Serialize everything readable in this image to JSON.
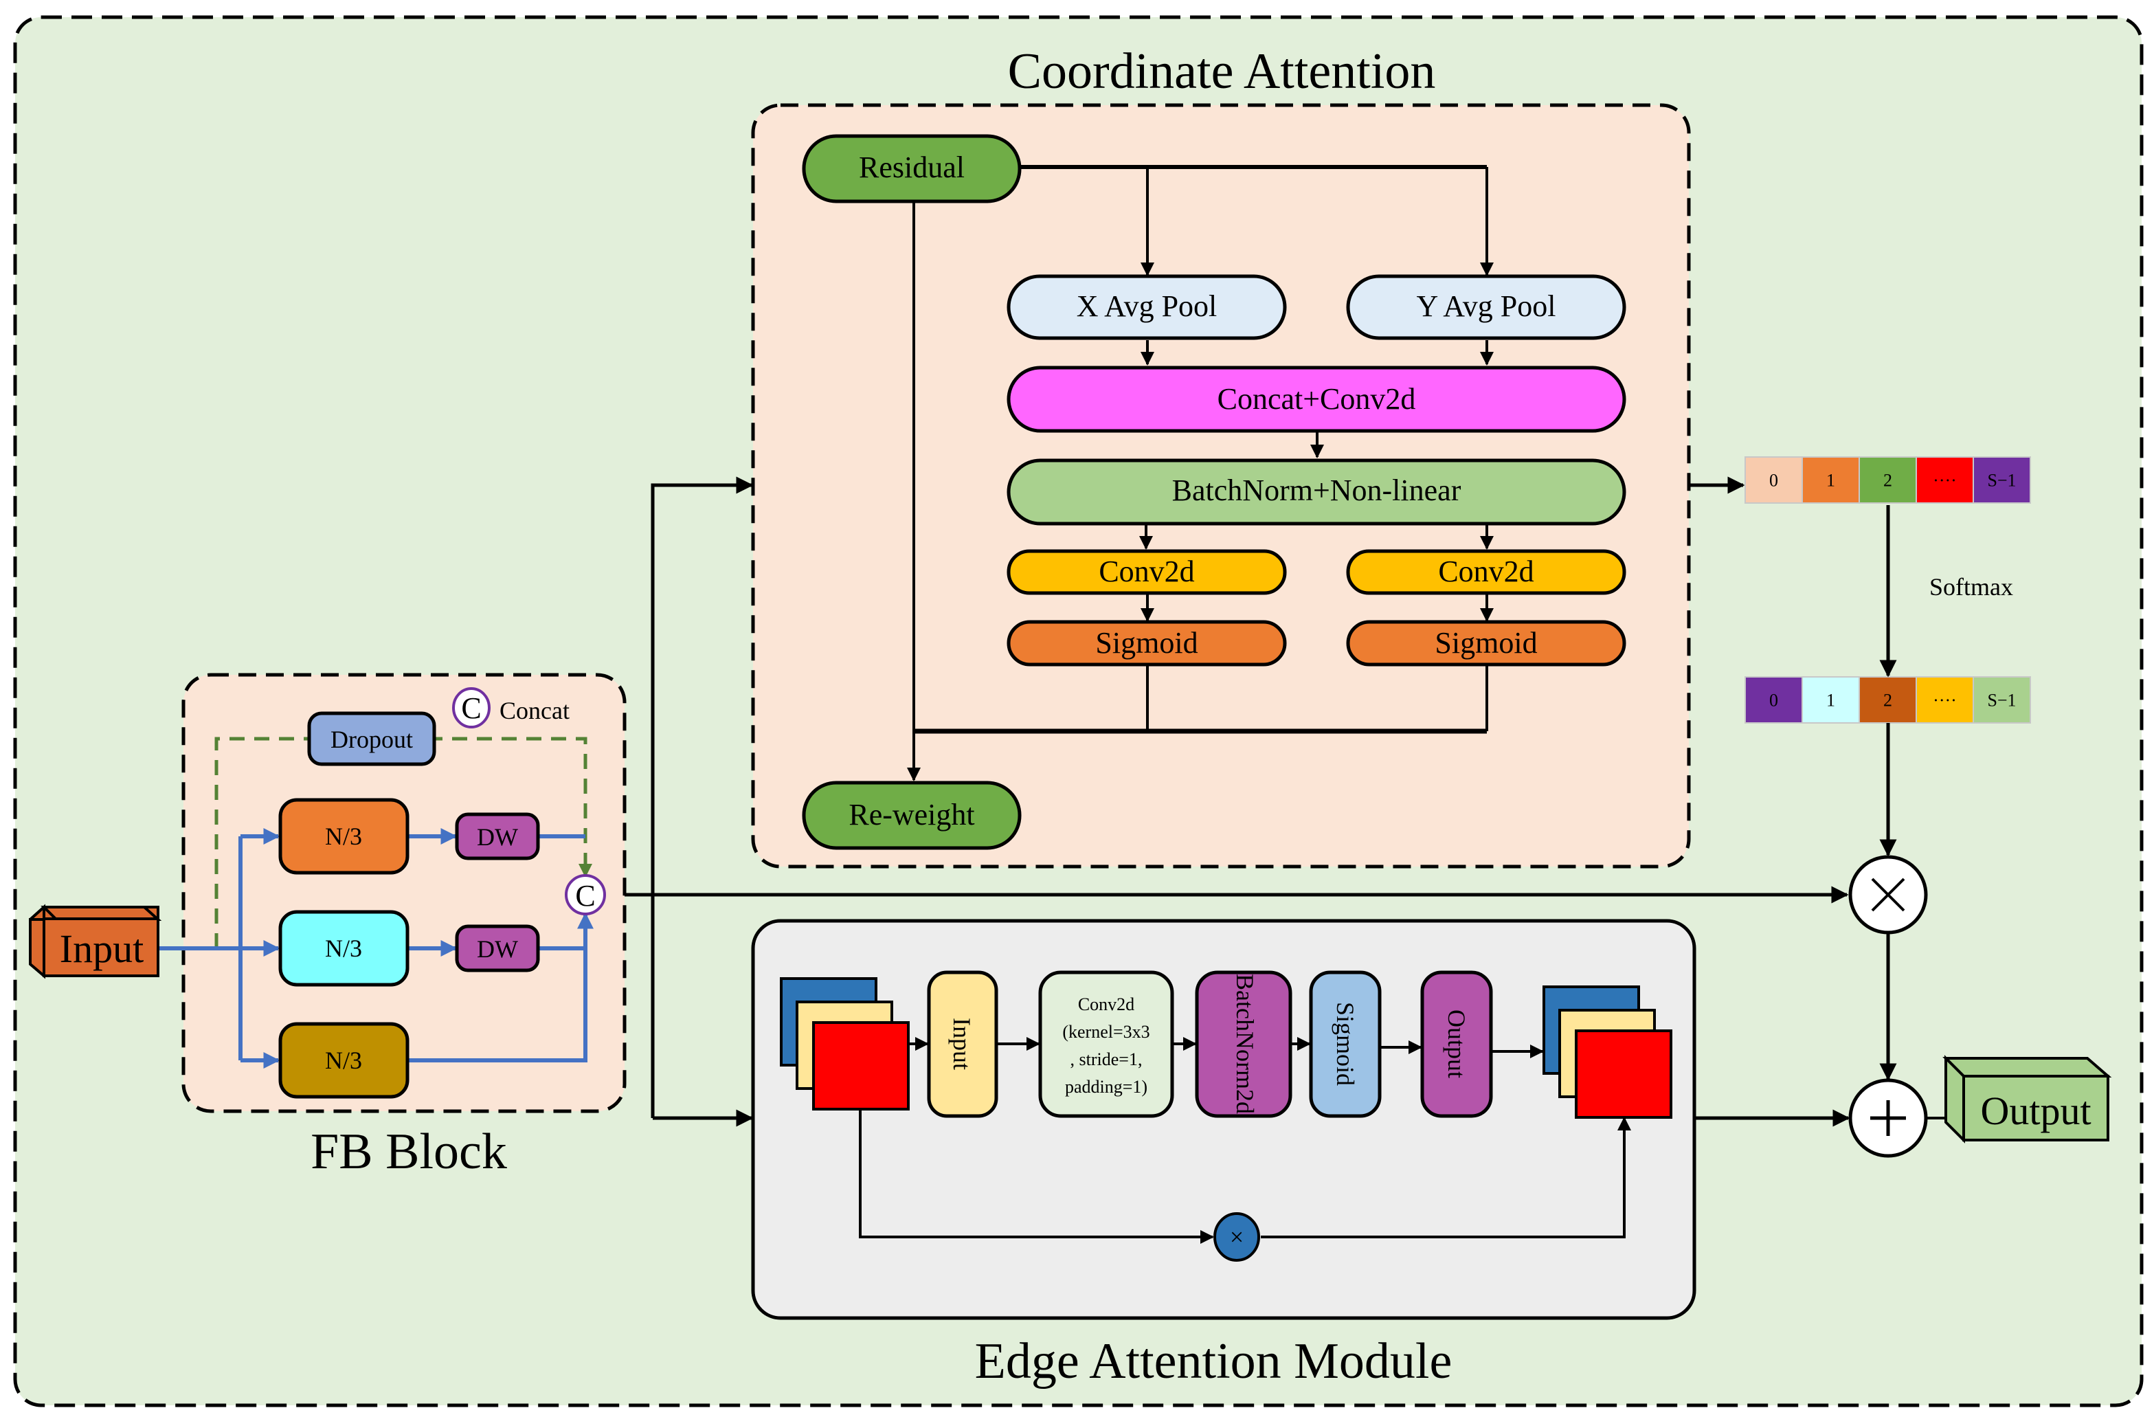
{
  "diagram": {
    "colors": {
      "outer_bg": "#e2efda",
      "fb_block_bg": "#fbe5d6",
      "ca_bg": "#fbe5d6",
      "eam_bg": "#ededed",
      "residual": "#70ad47",
      "avg_pool": "#deebf7",
      "concat_conv": "#ff66ff",
      "batchnorm_nonlinear": "#a9d18e",
      "conv2d": "#ffc000",
      "sigmoid": "#ed7d31",
      "input": "#dd6a2e",
      "output": "#a9d18e",
      "blue_arrow": "#4472c4",
      "dropout_line": "#548235"
    },
    "input": {
      "label": "Input"
    },
    "output": {
      "label": "Output"
    },
    "fb_block": {
      "title": "FB Block",
      "legend_symbol": "C",
      "legend_label": "Concat",
      "dropout": "Dropout",
      "branches": [
        {
          "label": "N/3",
          "color": "#ed7d31",
          "dw": "DW"
        },
        {
          "label": "N/3",
          "color": "#7fffff",
          "dw": "DW"
        },
        {
          "label": "N/3",
          "color": "#bf9000",
          "dw": null
        }
      ],
      "concat_symbol": "C"
    },
    "coordinate_attention": {
      "title": "Coordinate Attention",
      "residual": "Residual",
      "x_avg_pool": "X Avg Pool",
      "y_avg_pool": "Y Avg Pool",
      "concat_conv2d": "Concat+Conv2d",
      "batchnorm": "BatchNorm+Non-linear",
      "conv2d_left": "Conv2d",
      "conv2d_right": "Conv2d",
      "sigmoid_left": "Sigmoid",
      "sigmoid_right": "Sigmoid",
      "reweight": "Re-weight"
    },
    "softmax": {
      "label": "Softmax",
      "before": [
        {
          "label": "0",
          "color": "#f8cbad"
        },
        {
          "label": "1",
          "color": "#ed7d31"
        },
        {
          "label": "2",
          "color": "#70ad47"
        },
        {
          "label": "····",
          "color": "#ff0000"
        },
        {
          "label": "S−1",
          "color": "#7030a0"
        }
      ],
      "after": [
        {
          "label": "0",
          "color": "#7030a0"
        },
        {
          "label": "1",
          "color": "#ccffff"
        },
        {
          "label": "2",
          "color": "#c55a11"
        },
        {
          "label": "····",
          "color": "#ffc000"
        },
        {
          "label": "S−1",
          "color": "#a9d18e"
        }
      ]
    },
    "edge_attention": {
      "title": "Edge Attention Module",
      "input": "Input",
      "conv2d_lines": [
        "Conv2d",
        "(kernel=3x3",
        ", stride=1,",
        "padding=1)"
      ],
      "batchnorm2d": "BatchNorm2d",
      "sigmoid": "Sigmoid",
      "output": "Output",
      "multiply_symbol": "×"
    },
    "operators": {
      "multiply": "×",
      "add": "+"
    }
  }
}
